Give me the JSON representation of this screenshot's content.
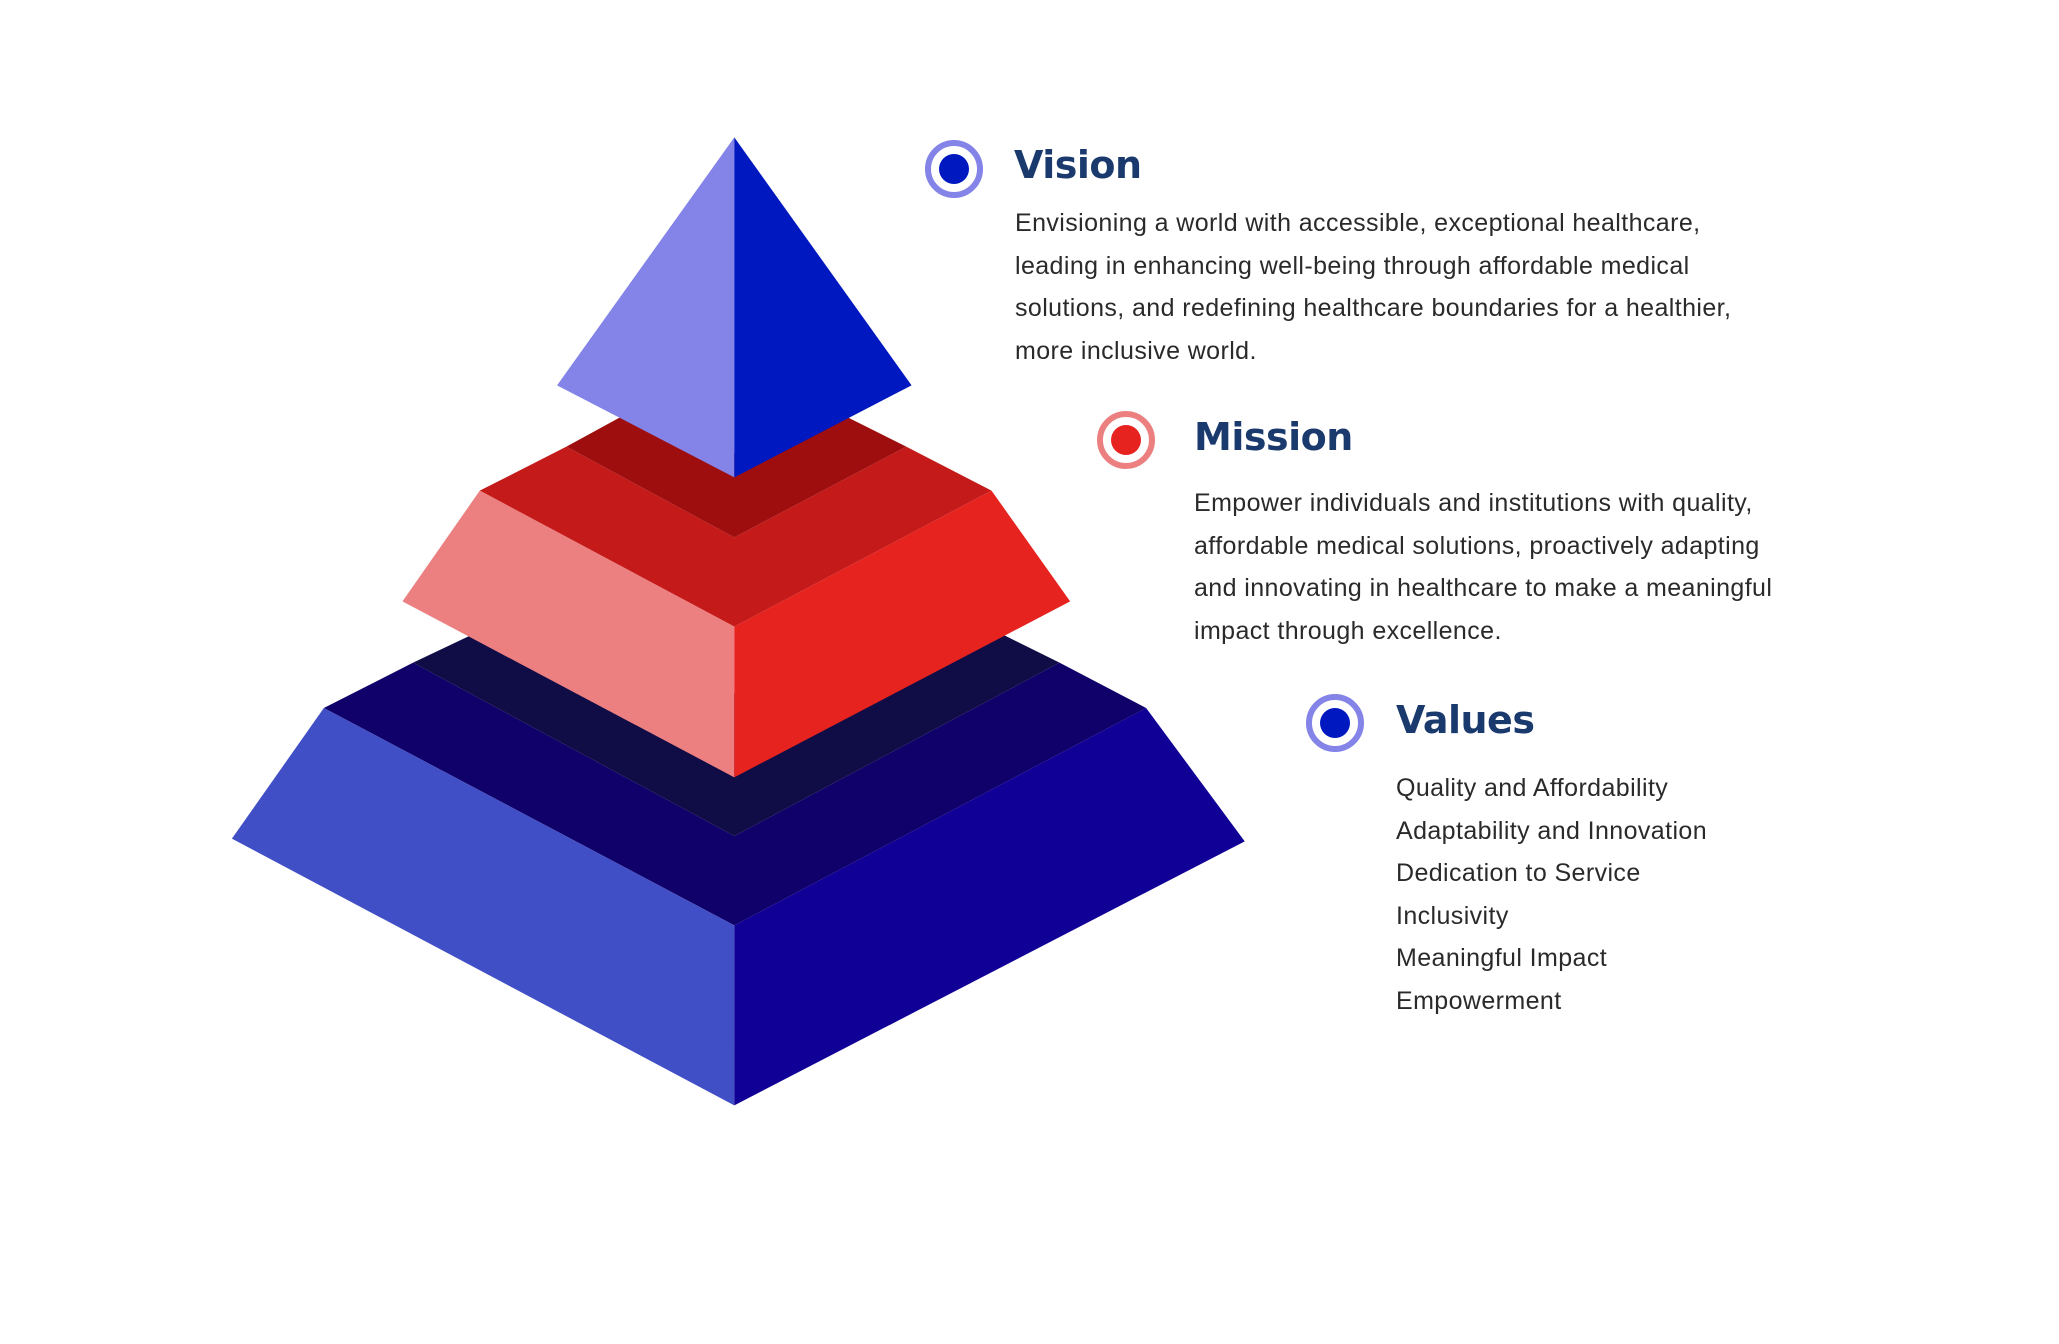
{
  "colors": {
    "title": "#1a3a6e",
    "body_text": "#2a2a2a",
    "top_left": "#8383e8",
    "top_right": "#0018c0",
    "mid_top_light": "#c41a1a",
    "mid_top_dark": "#9e0e0e",
    "mid_left": "#ec8080",
    "mid_right": "#e6231f",
    "base_top_light": "#10006a",
    "base_top_dark": "#100c46",
    "base_left": "#414fc6",
    "base_right": "#100096",
    "vision_ring": "#8383e8",
    "vision_dot": "#0018c0",
    "mission_ring": "#ec8080",
    "mission_dot": "#e6231f",
    "values_ring": "#8383e8",
    "values_dot": "#0018c0"
  },
  "sections": {
    "vision": {
      "title": "Vision",
      "lines": [
        "Envisioning a world with accessible, exceptional healthcare,",
        "leading in enhancing well-being through affordable medical",
        "solutions, and redefining healthcare boundaries for a healthier,",
        "more inclusive world."
      ]
    },
    "mission": {
      "title": "Mission",
      "lines": [
        "Empower individuals and institutions with quality,",
        "affordable medical solutions, proactively adapting",
        "and innovating in healthcare to make a meaningful",
        "impact through excellence."
      ]
    },
    "values": {
      "title": "Values",
      "items": [
        "Quality and Affordability",
        "Adaptability and Innovation",
        "Dedication to Service",
        "Inclusivity",
        "Meaningful Impact",
        "Empowerment"
      ]
    }
  }
}
